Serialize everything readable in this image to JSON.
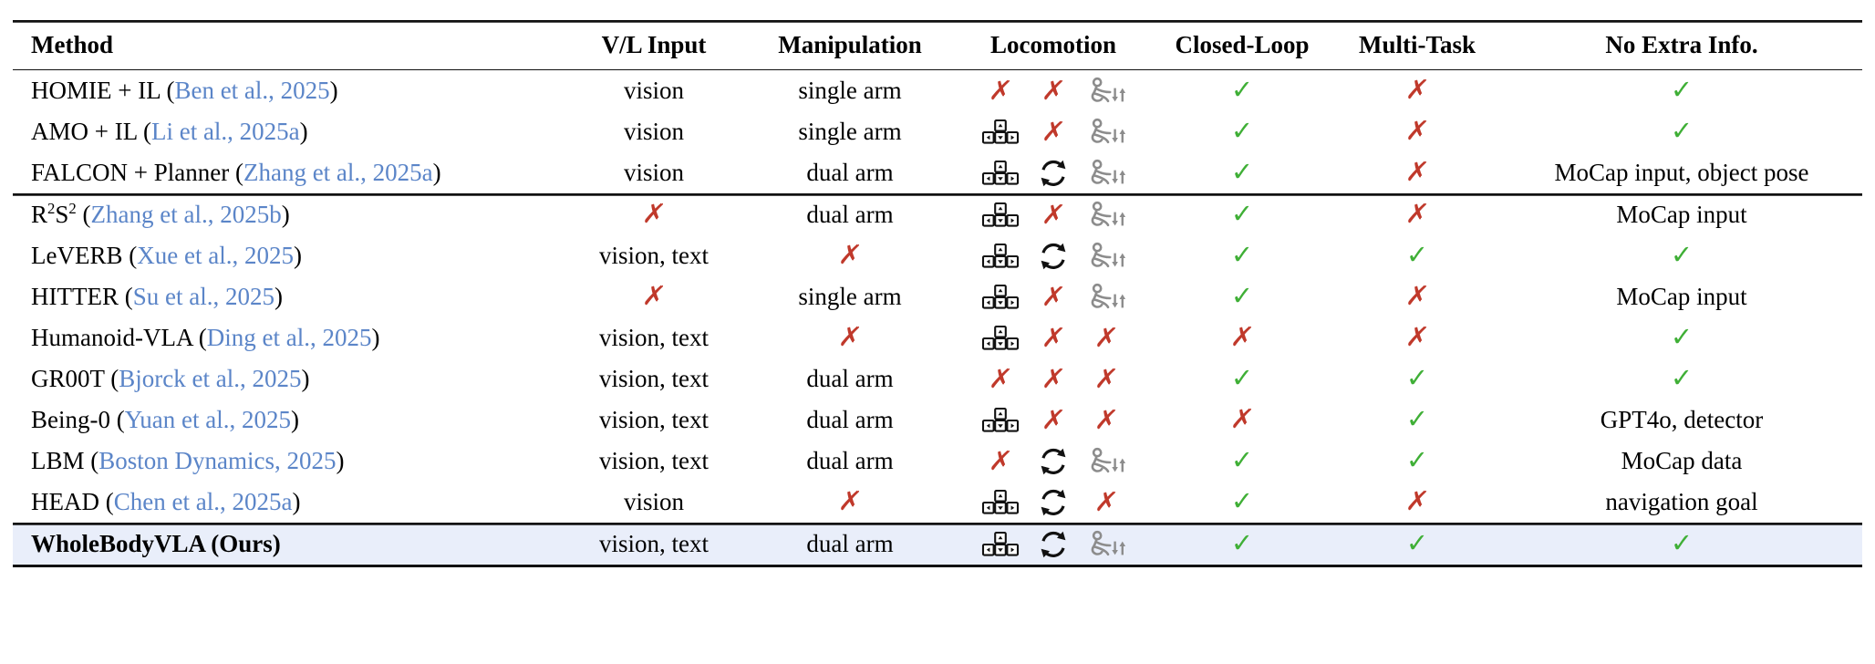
{
  "table": {
    "columns": [
      {
        "key": "method",
        "label": "Method",
        "align": "left"
      },
      {
        "key": "vl",
        "label": "V/L Input",
        "align": "center"
      },
      {
        "key": "manip",
        "label": "Manipulation",
        "align": "center"
      },
      {
        "key": "loco",
        "label": "Locomotion",
        "align": "center"
      },
      {
        "key": "closed",
        "label": "Closed-Loop",
        "align": "center"
      },
      {
        "key": "multi",
        "label": "Multi-Task",
        "align": "center"
      },
      {
        "key": "extra",
        "label": "No Extra Info.",
        "align": "center"
      }
    ],
    "colors": {
      "yes": "#3faf36",
      "no": "#c0392b",
      "citation": "#5b85c8",
      "highlight_row": "#e9eefa",
      "rule": "#111111",
      "icon_gray": "#8c8c8c",
      "icon_black": "#111111"
    },
    "marks": {
      "yes": "✓",
      "no": "✗"
    },
    "icon_names": {
      "arrow_keys": "arrow-keys-icon",
      "rotate": "rotation-arrows-icon",
      "squat": "squat-height-icon"
    },
    "rows": [
      {
        "group": 1,
        "method_plain": "HOMIE + IL",
        "citation": "Ben et al., 2025",
        "vl": "vision",
        "manip": "single arm",
        "loco": {
          "arrow_keys": "no",
          "rotate": "no",
          "squat": "gray"
        },
        "closed": "yes",
        "multi": "no",
        "extra": "yes",
        "highlight": false
      },
      {
        "group": 1,
        "method_plain": "AMO + IL",
        "citation": "Li et al., 2025a",
        "vl": "vision",
        "manip": "single arm",
        "loco": {
          "arrow_keys": "icon",
          "rotate": "no",
          "squat": "gray"
        },
        "closed": "yes",
        "multi": "no",
        "extra": "yes",
        "highlight": false
      },
      {
        "group": 1,
        "method_plain": "FALCON + Planner",
        "citation": "Zhang et al., 2025a",
        "vl": "vision",
        "manip": "dual arm",
        "loco": {
          "arrow_keys": "icon",
          "rotate": "icon",
          "squat": "gray"
        },
        "closed": "yes",
        "multi": "no",
        "extra": "MoCap input, object pose",
        "highlight": false
      },
      {
        "group": 2,
        "method_plain": "R2S2",
        "method_html": "R<sup>2</sup>S<sup>2</sup>",
        "citation": "Zhang et al., 2025b",
        "vl": "no",
        "manip": "dual arm",
        "loco": {
          "arrow_keys": "icon",
          "rotate": "no",
          "squat": "gray"
        },
        "closed": "yes",
        "multi": "no",
        "extra": "MoCap input",
        "highlight": false
      },
      {
        "group": 2,
        "method_plain": "LeVERB",
        "citation": "Xue et al., 2025",
        "vl": "vision, text",
        "manip": "no",
        "loco": {
          "arrow_keys": "icon",
          "rotate": "icon",
          "squat": "gray"
        },
        "closed": "yes",
        "multi": "yes",
        "extra": "yes",
        "highlight": false
      },
      {
        "group": 2,
        "method_plain": "HITTER",
        "citation": "Su et al., 2025",
        "vl": "no",
        "manip": "single arm",
        "loco": {
          "arrow_keys": "icon",
          "rotate": "no",
          "squat": "gray"
        },
        "closed": "yes",
        "multi": "no",
        "extra": "MoCap input",
        "highlight": false
      },
      {
        "group": 2,
        "method_plain": "Humanoid-VLA",
        "citation": "Ding et al., 2025",
        "vl": "vision, text",
        "manip": "no",
        "loco": {
          "arrow_keys": "icon",
          "rotate": "no",
          "squat": "no"
        },
        "closed": "no",
        "multi": "no",
        "extra": "yes",
        "highlight": false
      },
      {
        "group": 2,
        "method_plain": "GR00T",
        "citation": "Bjorck et al., 2025",
        "vl": "vision, text",
        "manip": "dual arm",
        "loco": {
          "arrow_keys": "no",
          "rotate": "no",
          "squat": "no"
        },
        "closed": "yes",
        "multi": "yes",
        "extra": "yes",
        "highlight": false
      },
      {
        "group": 2,
        "method_plain": "Being-0",
        "citation": "Yuan et al., 2025",
        "vl": "vision, text",
        "manip": "dual arm",
        "loco": {
          "arrow_keys": "icon",
          "rotate": "no",
          "squat": "no"
        },
        "closed": "no",
        "multi": "yes",
        "extra": "GPT4o, detector",
        "highlight": false
      },
      {
        "group": 2,
        "method_plain": "LBM",
        "citation": "Boston Dynamics, 2025",
        "vl": "vision, text",
        "manip": "dual arm",
        "loco": {
          "arrow_keys": "no",
          "rotate": "icon",
          "squat": "gray"
        },
        "closed": "yes",
        "multi": "yes",
        "extra": "MoCap data",
        "highlight": false
      },
      {
        "group": 2,
        "method_plain": "HEAD",
        "citation": "Chen et al., 2025a",
        "vl": "vision",
        "manip": "no",
        "loco": {
          "arrow_keys": "icon",
          "rotate": "icon",
          "squat": "no"
        },
        "closed": "yes",
        "multi": "no",
        "extra": "navigation goal",
        "highlight": false
      },
      {
        "group": 3,
        "method_plain": "WholeBodyVLA (Ours)",
        "citation": "",
        "vl": "vision, text",
        "manip": "dual arm",
        "loco": {
          "arrow_keys": "icon",
          "rotate": "icon",
          "squat": "gray"
        },
        "closed": "yes",
        "multi": "yes",
        "extra": "yes",
        "highlight": true
      }
    ]
  }
}
